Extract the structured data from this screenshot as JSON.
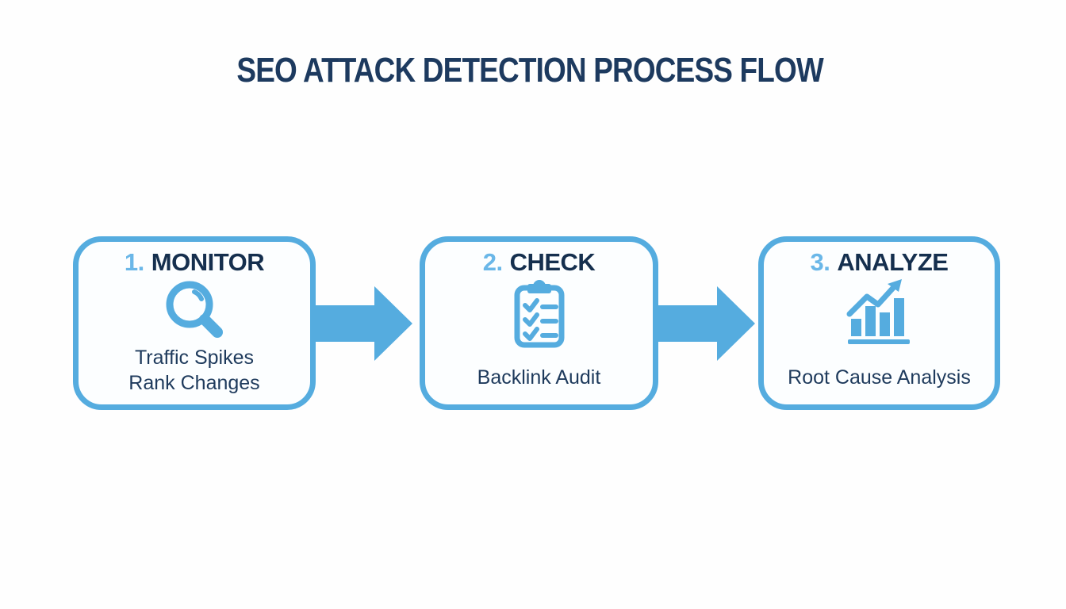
{
  "title": "SEO ATTACK DETECTION PROCESS FLOW",
  "colors": {
    "accent_blue": "#55ACDF",
    "number_blue": "#6AB7E8",
    "navy": "#1D3A5F",
    "box_fill": "#FCFEFF",
    "background": "#FEFEFE"
  },
  "steps": [
    {
      "number": "1.",
      "label": "MONITOR",
      "icon": "magnifier-icon",
      "details": [
        "Traffic Spikes",
        "Rank Changes"
      ]
    },
    {
      "number": "2.",
      "label": "CHECK",
      "icon": "checklist-icon",
      "details": [
        "Backlink Audit"
      ]
    },
    {
      "number": "3.",
      "label": "ANALYZE",
      "icon": "bar-chart-icon",
      "details": [
        "Root Cause Analysis"
      ]
    }
  ],
  "connectors": [
    {
      "type": "arrow-right"
    },
    {
      "type": "arrow-right"
    }
  ]
}
